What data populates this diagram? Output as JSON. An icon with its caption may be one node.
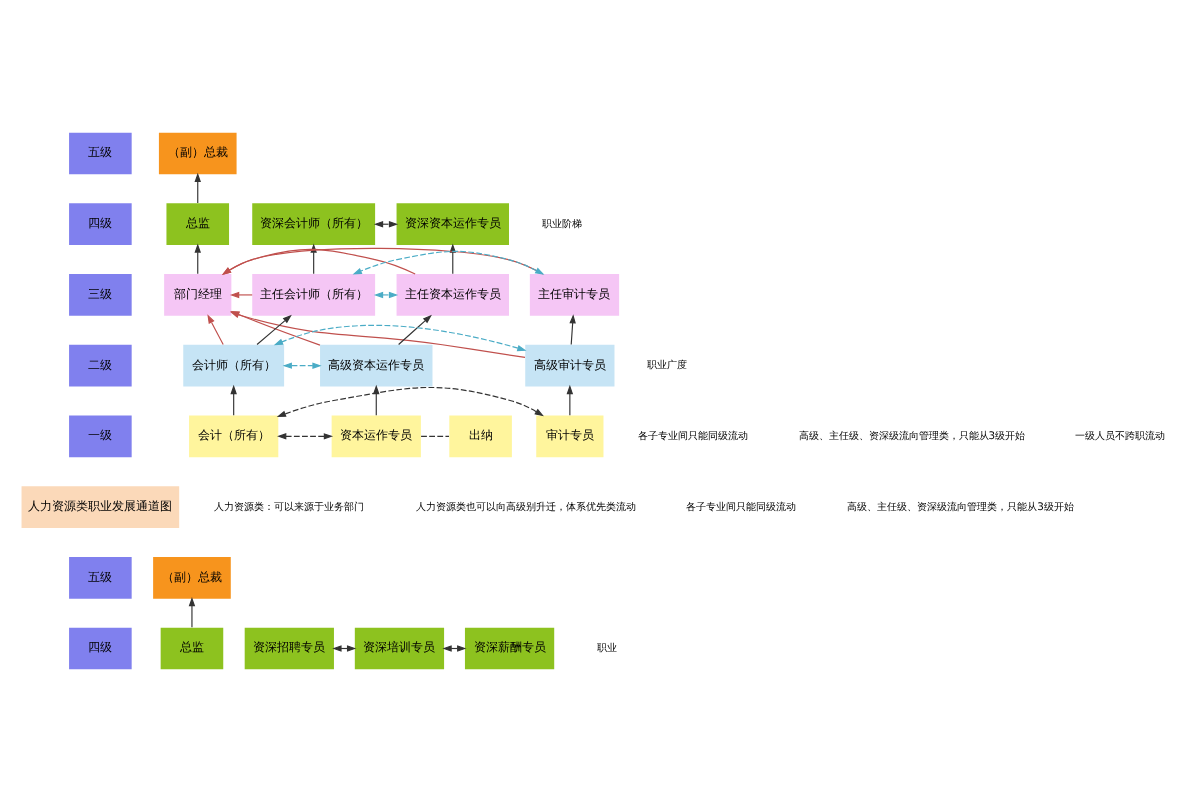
{
  "diagram": {
    "nodes": [
      {
        "text": [
          "五级"
        ]
      },
      {
        "text": [
          "四级"
        ]
      },
      {
        "text": [
          "三级"
        ]
      },
      {
        "text": [
          "二级"
        ]
      },
      {
        "text": [
          "一级"
        ]
      },
      {
        "text": [
          "（副）总裁"
        ]
      },
      {
        "text": [
          "总监"
        ]
      },
      {
        "text": [
          "资深会计师（所有）"
        ]
      },
      {
        "text": [
          "资深资本运作专员"
        ]
      },
      {
        "text": [
          "部门经理"
        ]
      },
      {
        "text": [
          "主任审计专员"
        ]
      },
      {
        "text": [
          "主任会计师（所有）"
        ]
      },
      {
        "text": [
          "主任资本运作专员"
        ]
      },
      {
        "text": [
          "高级审计专员"
        ]
      },
      {
        "text": [
          "会计师（所有）"
        ]
      },
      {
        "text": [
          "高级资本运作专员"
        ]
      },
      {
        "text": [
          "审计专员"
        ]
      },
      {
        "text": [
          "会计（所有）"
        ]
      },
      {
        "text": [
          "资本运作专员"
        ]
      },
      {
        "text": [
          "出纳"
        ]
      },
      {
        "text": [
          "人力资源类职业发展通道图"
        ]
      },
      {
        "text": [
          "五级"
        ]
      },
      {
        "text": [
          "四级"
        ]
      },
      {
        "text": [
          "（副）总裁"
        ]
      },
      {
        "text": [
          "总监"
        ]
      },
      {
        "text": [
          "资深招聘专员"
        ]
      },
      {
        "text": [
          "资深培训专员"
        ]
      },
      {
        "text": [
          "资深薪酬专员"
        ]
      }
    ],
    "edges": [
      {
        "from": 6,
        "to": 5,
        "arrow": "to"
      },
      {
        "from": 9,
        "to": 6,
        "arrow": "to"
      },
      {
        "from": 10,
        "to": 9,
        "arrow": "to",
        "color": "#c0504d"
      },
      {
        "from": 11,
        "to": 9,
        "arrow": "to",
        "color": "#c0504d"
      },
      {
        "from": 12,
        "to": 9,
        "arrow": "to",
        "color": "#c0504d"
      },
      {
        "from": 13,
        "to": 9,
        "arrow": "to",
        "color": "#c0504d"
      },
      {
        "from": 14,
        "to": 9,
        "arrow": "to",
        "color": "#c0504d"
      },
      {
        "from": 15,
        "to": 9,
        "arrow": "to",
        "color": "#c0504d"
      },
      {
        "from": 16,
        "to": 13,
        "arrow": "to"
      },
      {
        "from": 13,
        "to": 10,
        "arrow": "to"
      },
      {
        "from": 17,
        "to": 14,
        "arrow": "to"
      },
      {
        "from": 14,
        "to": 11,
        "arrow": "to"
      },
      {
        "from": 11,
        "to": 7,
        "arrow": "to"
      },
      {
        "from": 18,
        "to": 15,
        "arrow": "to"
      },
      {
        "from": 15,
        "to": 12,
        "arrow": "to"
      },
      {
        "from": 12,
        "to": 8,
        "arrow": "to"
      },
      {
        "from": 7,
        "to": 8,
        "arrow": "both",
        "style": "dashed"
      },
      {
        "from": 10,
        "to": 11,
        "arrow": "both",
        "style": "dashed",
        "color": "#4bacc6"
      },
      {
        "from": 11,
        "to": 12,
        "arrow": "both",
        "style": "dashed",
        "color": "#4bacc6"
      },
      {
        "from": 13,
        "to": 14,
        "arrow": "both",
        "style": "dashed",
        "color": "#4bacc6"
      },
      {
        "from": 14,
        "to": 15,
        "arrow": "both",
        "style": "dashed",
        "color": "#4bacc6"
      },
      {
        "from": 16,
        "to": 17,
        "arrow": "both",
        "style": "dashed"
      },
      {
        "from": 17,
        "to": 18,
        "arrow": "both",
        "style": "dashed"
      },
      {
        "from": 18,
        "to": 19,
        "arrow": "none",
        "style": "dashed"
      },
      {
        "from": 24,
        "to": 23,
        "arrow": "to"
      },
      {
        "from": 25,
        "to": 26,
        "arrow": "both"
      },
      {
        "from": 26,
        "to": 27,
        "arrow": "both"
      }
    ],
    "labels": [
      "各子专业间只能同级流动",
      "高级、主任级、资深级流向管理类，只能从3级开始",
      "职业阶梯",
      "一级人员不跨职流动",
      "职业广度",
      "人力资源类：可以来源于业务部门",
      "人力资源类也可以向高级别升迁，体系优先类流动",
      "各子专业间只能同级流动",
      "高级、主任级、资深级流向管理类，只能从3级开始",
      "职业"
    ]
  }
}
